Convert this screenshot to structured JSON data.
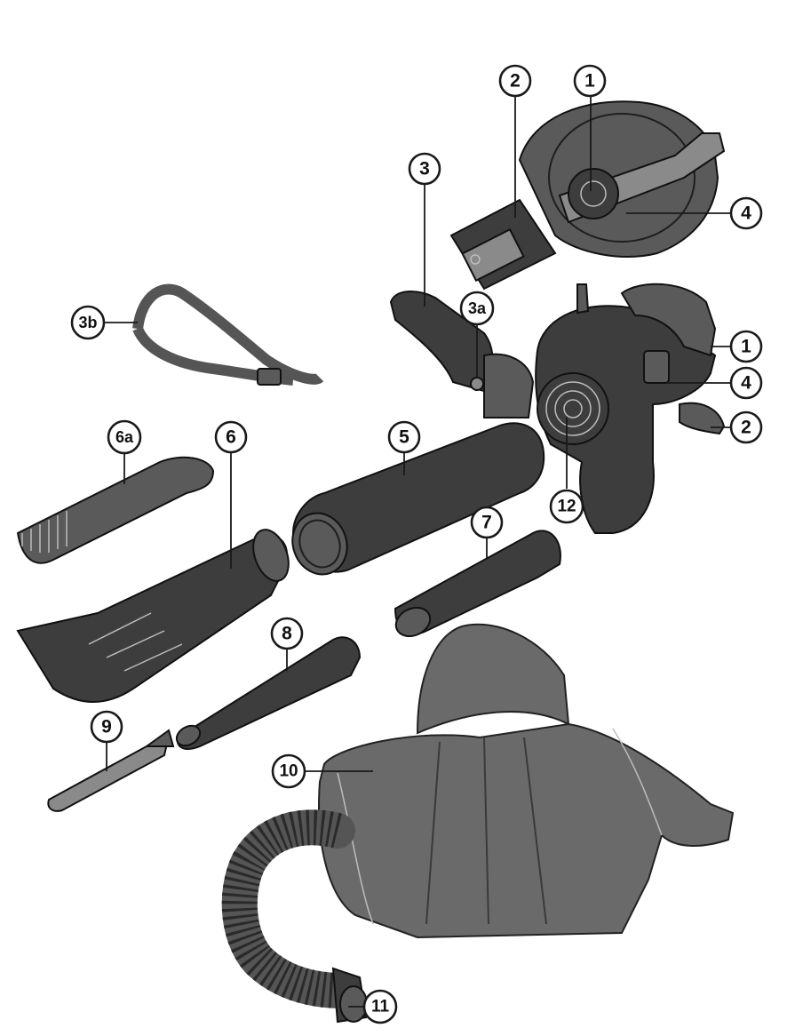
{
  "callouts": [
    {
      "id": "c1-top",
      "label": "1"
    },
    {
      "id": "c2-top",
      "label": "2"
    },
    {
      "id": "c4-top",
      "label": "4"
    },
    {
      "id": "c3",
      "label": "3"
    },
    {
      "id": "c3b",
      "label": "3b"
    },
    {
      "id": "c3a",
      "label": "3a"
    },
    {
      "id": "c1-right",
      "label": "1"
    },
    {
      "id": "c4-right",
      "label": "4"
    },
    {
      "id": "c2-right",
      "label": "2"
    },
    {
      "id": "c6a",
      "label": "6a"
    },
    {
      "id": "c6",
      "label": "6"
    },
    {
      "id": "c5",
      "label": "5"
    },
    {
      "id": "c12",
      "label": "12"
    },
    {
      "id": "c7",
      "label": "7"
    },
    {
      "id": "c8",
      "label": "8"
    },
    {
      "id": "c9",
      "label": "9"
    },
    {
      "id": "c10",
      "label": "10"
    },
    {
      "id": "c11",
      "label": "11"
    }
  ]
}
